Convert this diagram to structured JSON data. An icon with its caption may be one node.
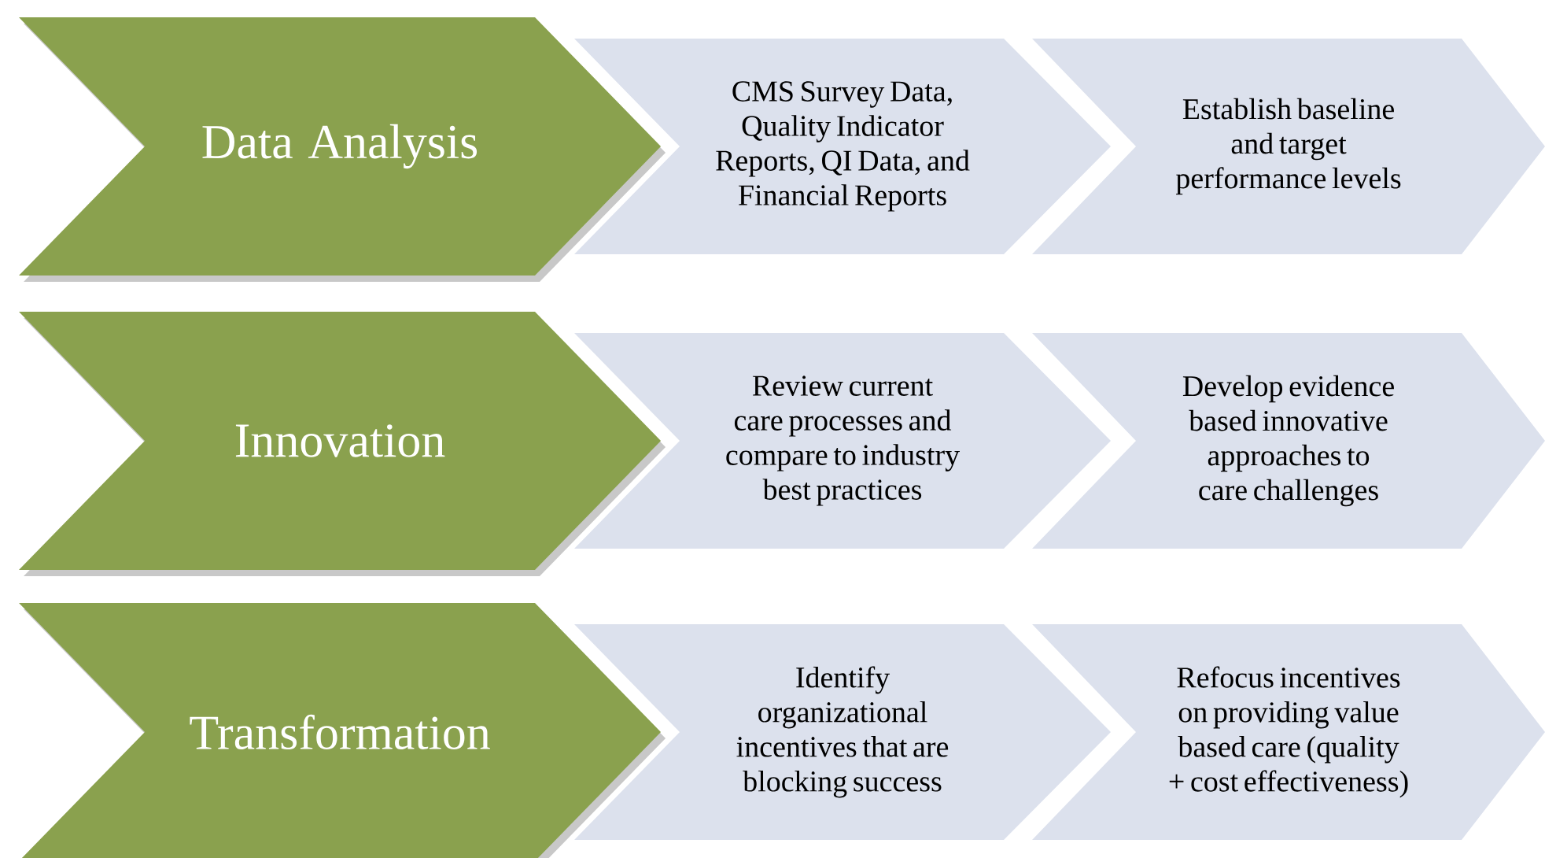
{
  "diagram": {
    "nodes": [
      {
        "text": [
          "Data Analysis"
        ]
      },
      {
        "text": [
          "CMS Survey Data, Quality Indicator Reports, QI Data, and Financial Reports"
        ]
      },
      {
        "text": [
          "Establish baseline and target performance levels"
        ]
      },
      {
        "text": [
          "Innovation"
        ]
      },
      {
        "text": [
          "Review current care processes and compare to industry best practices"
        ]
      },
      {
        "text": [
          "Develop evidence based innovative approaches to care challenges"
        ]
      },
      {
        "text": [
          "Transformation"
        ]
      },
      {
        "text": [
          "Identify organizational incentives that are blocking success"
        ]
      },
      {
        "text": [
          "Refocus incentives on providing value based care (quality + cost effectiveness)"
        ]
      }
    ]
  }
}
